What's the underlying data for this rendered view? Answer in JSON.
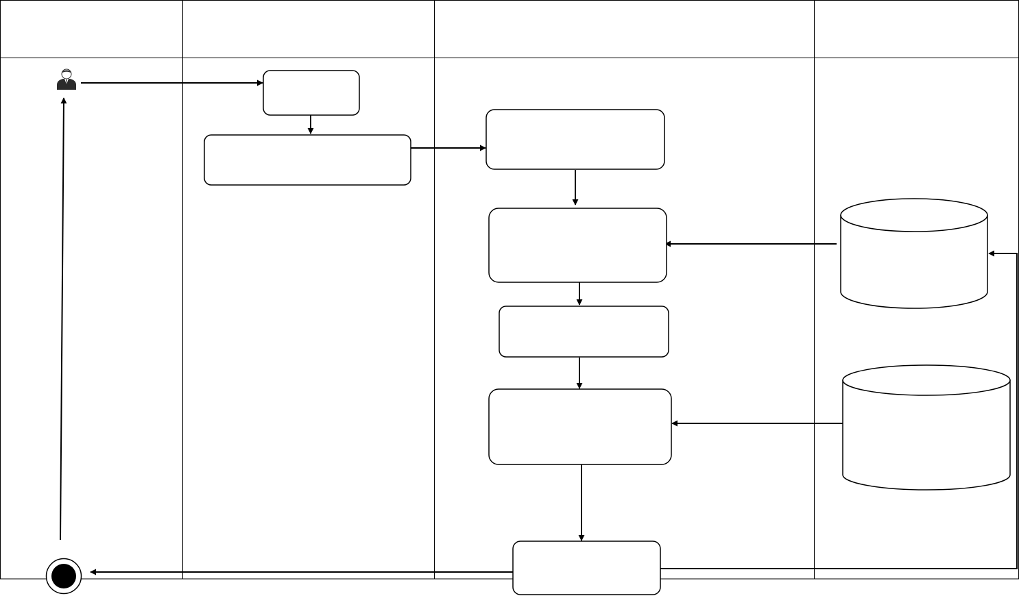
{
  "diagram": {
    "type": "swimlane-activity-diagram",
    "lanes": [
      {
        "id": "lane-1",
        "title": ""
      },
      {
        "id": "lane-2",
        "title": ""
      },
      {
        "id": "lane-3",
        "title": ""
      },
      {
        "id": "lane-4",
        "title": ""
      }
    ],
    "nodes": [
      {
        "id": "actor",
        "kind": "actor",
        "icon": "user-icon",
        "label": ""
      },
      {
        "id": "step-1",
        "kind": "process",
        "label": ""
      },
      {
        "id": "step-2",
        "kind": "process",
        "label": ""
      },
      {
        "id": "step-3",
        "kind": "process",
        "label": ""
      },
      {
        "id": "step-4",
        "kind": "process",
        "label": ""
      },
      {
        "id": "step-5",
        "kind": "process",
        "label": ""
      },
      {
        "id": "step-6",
        "kind": "process",
        "label": ""
      },
      {
        "id": "step-7",
        "kind": "process",
        "label": ""
      },
      {
        "id": "database-1",
        "kind": "database",
        "label": ""
      },
      {
        "id": "database-2",
        "kind": "database",
        "label": ""
      },
      {
        "id": "end",
        "kind": "final-node",
        "label": ""
      }
    ],
    "edges": [
      {
        "from": "actor",
        "to": "step-1"
      },
      {
        "from": "step-1",
        "to": "step-2"
      },
      {
        "from": "step-2",
        "to": "step-3"
      },
      {
        "from": "step-3",
        "to": "step-4"
      },
      {
        "from": "database-1",
        "to": "step-4"
      },
      {
        "from": "step-4",
        "to": "step-5"
      },
      {
        "from": "step-5",
        "to": "step-6"
      },
      {
        "from": "database-2",
        "to": "step-6"
      },
      {
        "from": "step-6",
        "to": "step-7"
      },
      {
        "from": "step-7",
        "to": "end"
      },
      {
        "from": "step-7",
        "to": "database-1"
      },
      {
        "from": "end",
        "to": "actor"
      }
    ],
    "colors": {
      "stroke": "#000000",
      "fill": "#ffffff",
      "actor_body": "#2b2b2b",
      "actor_face": "#ffffff"
    }
  }
}
